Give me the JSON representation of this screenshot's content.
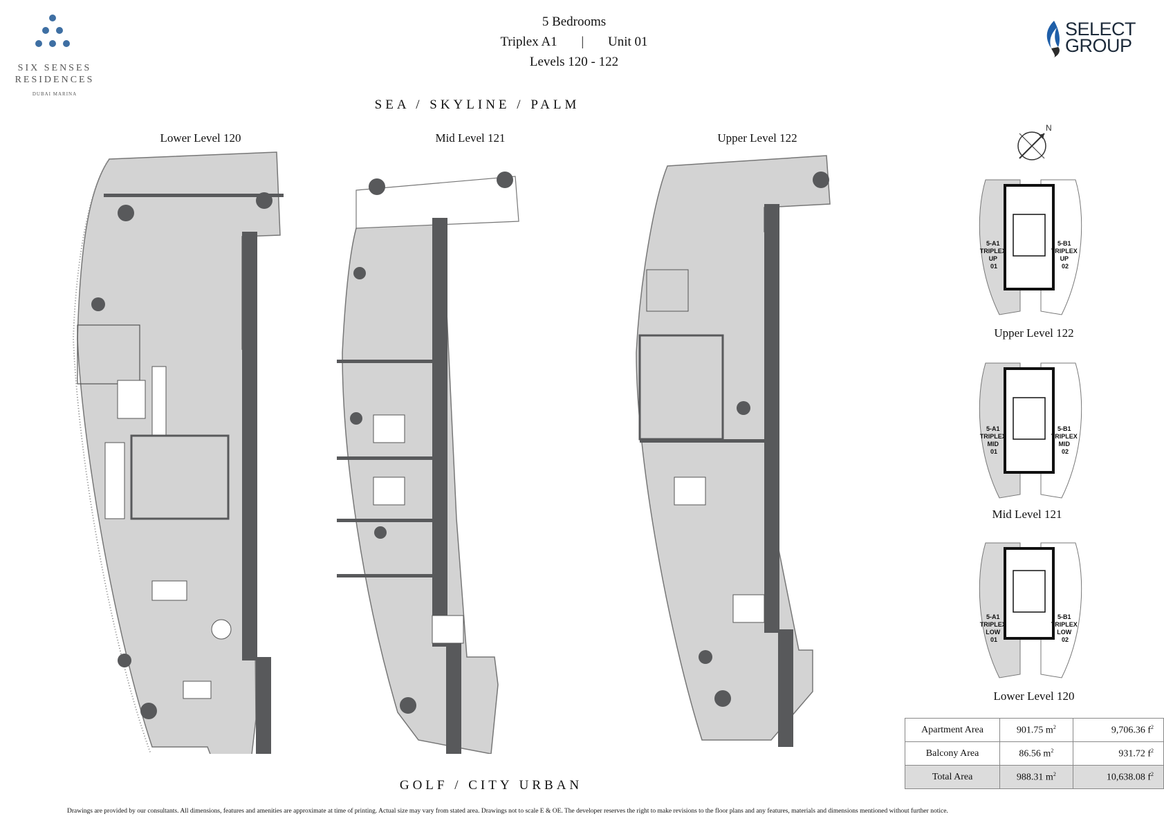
{
  "header": {
    "bedrooms": "5 Bedrooms",
    "type": "Triplex A1",
    "separator": "|",
    "unit": "Unit 01",
    "levels": "Levels 120 - 122"
  },
  "logo_left": {
    "name_line1": "SIX SENSES",
    "name_line2": "RESIDENCES",
    "sub": "DUBAI MARINA"
  },
  "logo_right": {
    "line1": "SELECT",
    "line2": "GROUP"
  },
  "orientation": {
    "top": "SEA / SKYLINE / PALM",
    "bottom": "GOLF / CITY URBAN"
  },
  "plans": [
    {
      "title": "Lower Level 120"
    },
    {
      "title": "Mid Level 121"
    },
    {
      "title": "Upper Level 122"
    }
  ],
  "compass": {
    "label": "N",
    "icon": "north-arrow-icon"
  },
  "key_plans": [
    {
      "title": "Upper Level 122",
      "left": [
        "5-A1",
        "TRIPLEX",
        "UP",
        "01"
      ],
      "right": [
        "5-B1",
        "TRIPLEX",
        "UP",
        "02"
      ]
    },
    {
      "title": "Mid Level 121",
      "left": [
        "5-A1",
        "TRIPLEX",
        "MID",
        "01"
      ],
      "right": [
        "5-B1",
        "TRIPLEX",
        "MID",
        "02"
      ]
    },
    {
      "title": "Lower Level 120",
      "left": [
        "5-A1",
        "TRIPLEX",
        "LOW",
        "01"
      ],
      "right": [
        "5-B1",
        "TRIPLEX",
        "LOW",
        "02"
      ]
    }
  ],
  "areas": {
    "rows": [
      {
        "label": "Apartment Area",
        "m2": "901.75",
        "m2_unit": "m",
        "ft": "9,706.36",
        "ft_unit": "f"
      },
      {
        "label": "Balcony Area",
        "m2": "86.56",
        "m2_unit": "m",
        "ft": "931.72",
        "ft_unit": "f"
      },
      {
        "label": "Total Area",
        "m2": "988.31",
        "m2_unit": "m",
        "ft": "10,638.08",
        "ft_unit": "f"
      }
    ],
    "sup": "2"
  },
  "disclaimer": "Drawings are provided by our consultants. All dimensions, features and amenities are approximate at time of printing.  Actual size may vary from stated area. Drawings not to scale E & OE. The developer reserves the right to make revisions to the floor plans and any features, materials and dimensions mentioned without further notice.",
  "colors": {
    "floor": "#d3d3d3",
    "wall": "#58595b",
    "brand_blue": "#4a7fb5"
  }
}
